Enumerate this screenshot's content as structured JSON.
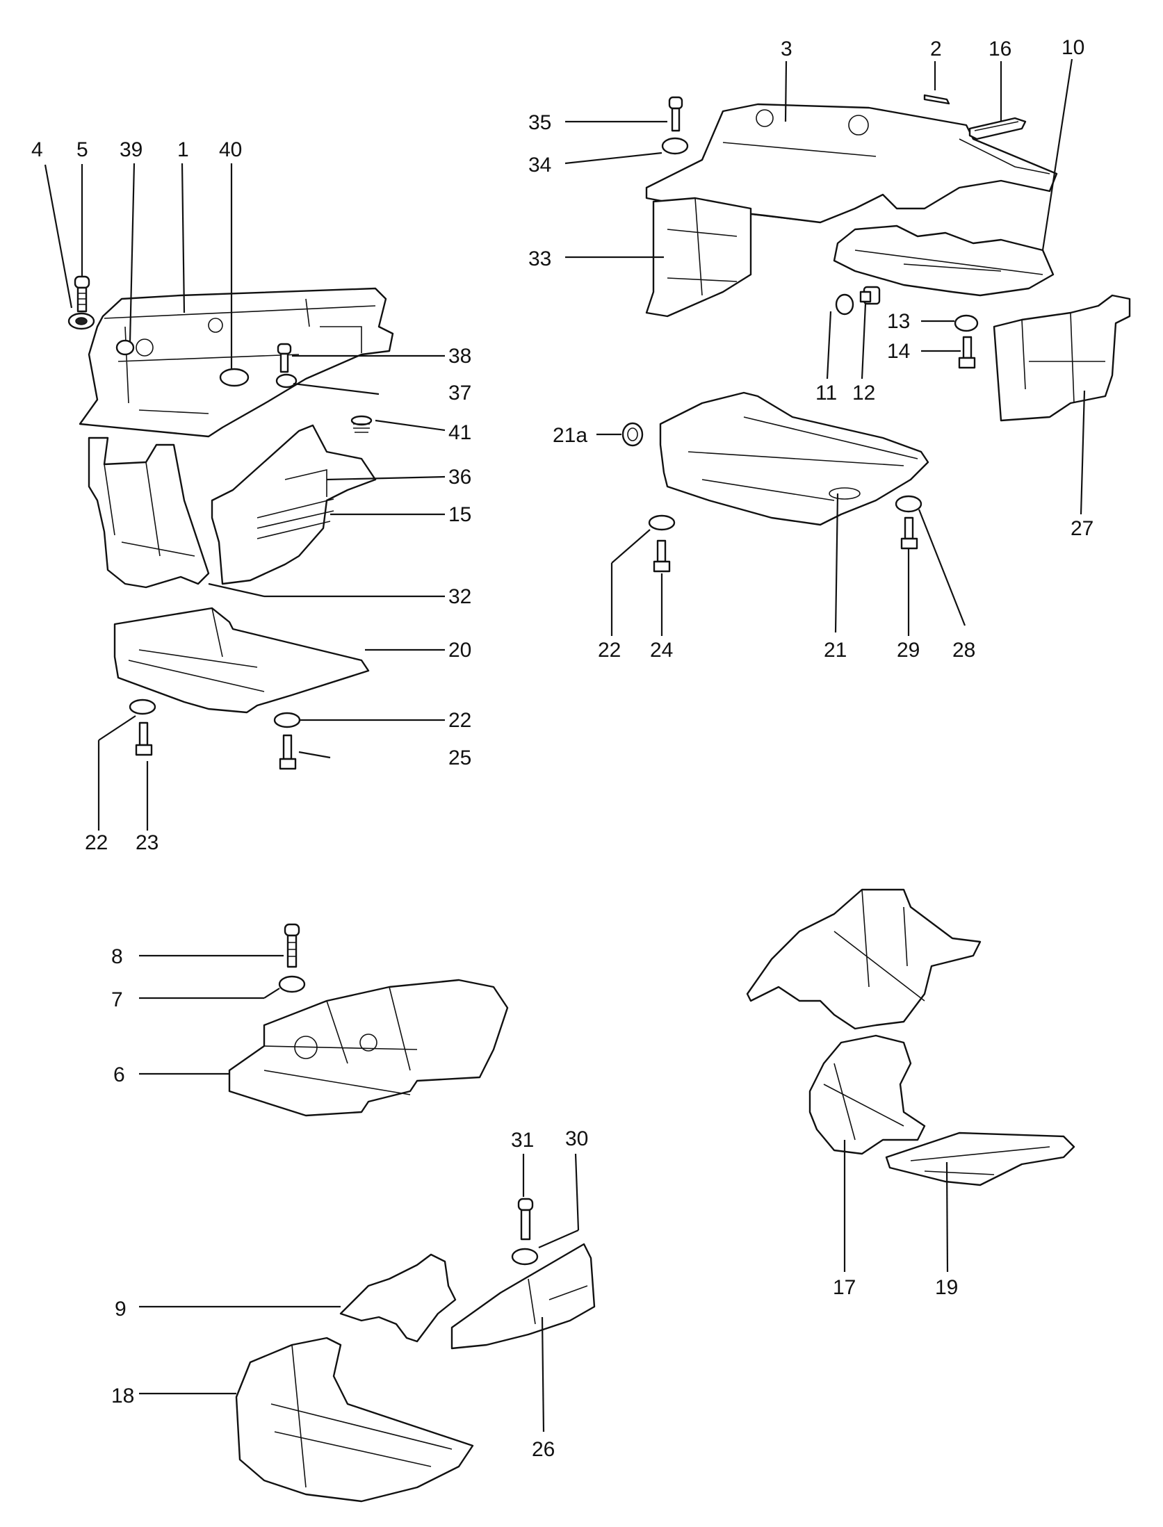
{
  "diagram": {
    "labels": [
      "1",
      "2",
      "3",
      "4",
      "5",
      "6",
      "7",
      "8",
      "9",
      "10",
      "11",
      "12",
      "13",
      "14",
      "15",
      "16",
      "17",
      "18",
      "19",
      "20",
      "21",
      "21a",
      "22",
      "23",
      "24",
      "25",
      "26",
      "27",
      "28",
      "29",
      "30",
      "31",
      "32",
      "33",
      "34",
      "35",
      "36",
      "37",
      "38",
      "39",
      "40",
      "41"
    ]
  }
}
